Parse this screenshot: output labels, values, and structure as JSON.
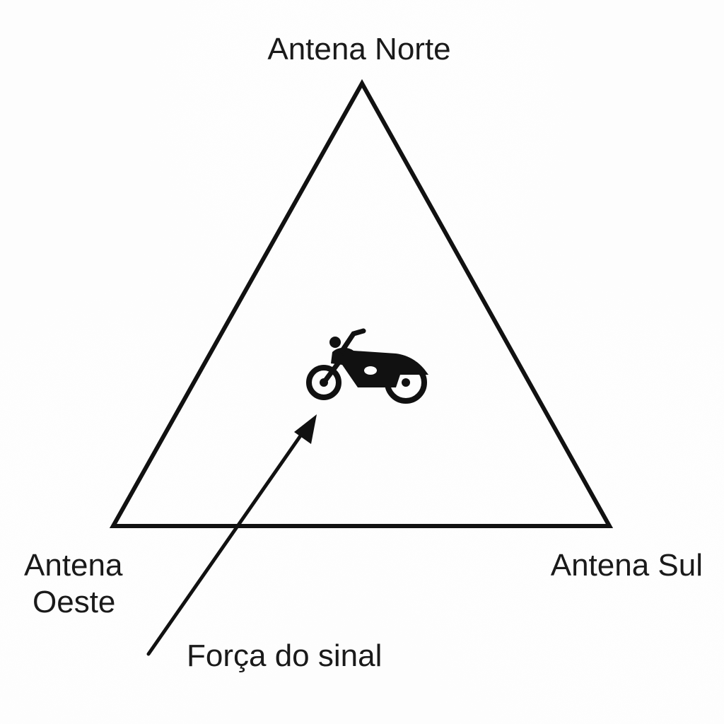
{
  "labels": {
    "north": "Antena Norte",
    "west_line1": "Antena",
    "west_line2": "Oeste",
    "south": "Antena Sul",
    "signal": "Força do sinal"
  },
  "colors": {
    "north": "#1aa33a",
    "west": "#e0303a",
    "south": "#2a55d8",
    "outline": "#111111",
    "text": "#1a1a1a",
    "background": "#fdfdfd"
  },
  "icons": {
    "center": "motorcycle-icon",
    "pointer": "arrow-icon"
  }
}
